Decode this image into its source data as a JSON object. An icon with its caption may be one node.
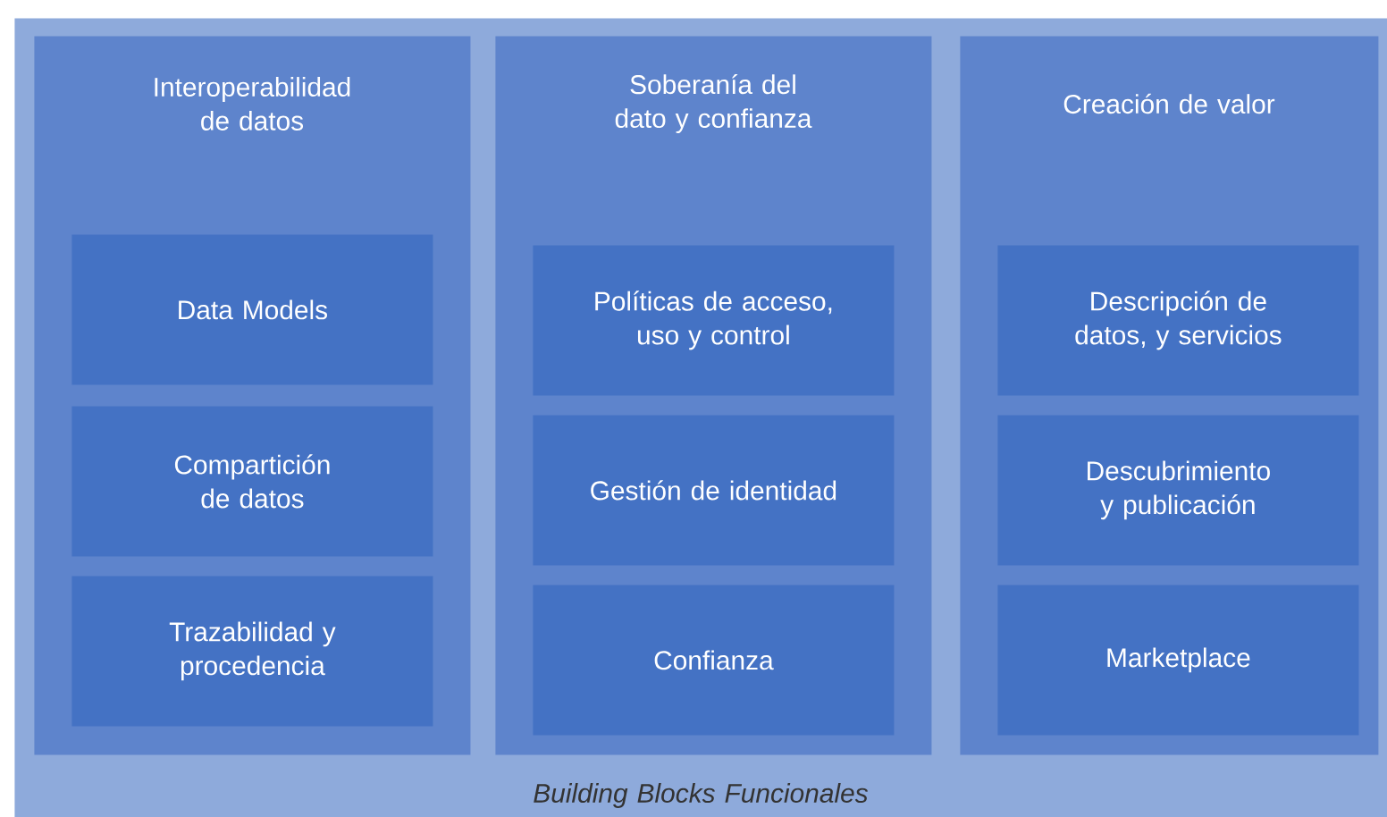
{
  "diagram": {
    "nodes": [
      {
        "text": [
          "Building Blocks Funcionales"
        ]
      },
      {
        "text": [
          "Interoperabilidad de datos"
        ],
        "in": 0
      },
      {
        "text": [
          "Data Models"
        ],
        "in": 1
      },
      {
        "text": [
          "Compartición de datos"
        ],
        "in": 1
      },
      {
        "text": [
          "Trazabilidad y procedencia"
        ],
        "in": 1
      },
      {
        "text": [
          "Soberanía del dato y confianza"
        ],
        "in": 0
      },
      {
        "text": [
          "Políticas de acceso, uso y control"
        ],
        "in": 5
      },
      {
        "text": [
          "Gestión de identidad"
        ],
        "in": 5
      },
      {
        "text": [
          "Confianza"
        ],
        "in": 5
      },
      {
        "text": [
          "Creación de valor"
        ],
        "in": 0
      },
      {
        "text": [
          "Descripción de datos, y servicios"
        ],
        "in": 9
      },
      {
        "text": [
          "Descubrimiento y publicación"
        ],
        "in": 9
      },
      {
        "text": [
          "Marketplace"
        ],
        "in": 9
      }
    ]
  }
}
